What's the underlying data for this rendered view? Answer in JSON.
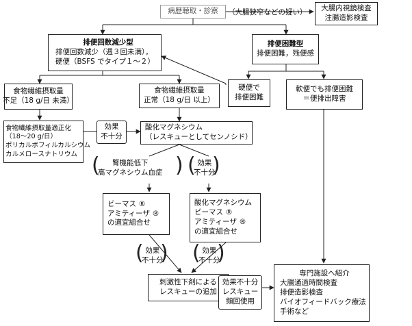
{
  "top": {
    "exam": "病歴聴取・診察",
    "suspicion": "（大腸狭窄などの疑い）",
    "tests": [
      "大腸内視鏡検査",
      "注腸造影検査"
    ]
  },
  "left_type": {
    "title": "排便回数減少型",
    "lines": [
      "排便回数減少（週３回未満），",
      "硬便（BSFS でタイプ１～２）"
    ]
  },
  "right_type": {
    "title": "排便困難型",
    "lines": [
      "排便困難，残便感"
    ]
  },
  "fiber_low": [
    "食物繊維摂取量",
    "不足（18 g/日 未満）"
  ],
  "fiber_normal": [
    "食物繊維摂取量",
    "正常（18 g/日 以上）"
  ],
  "hard_stool": [
    "硬便で",
    "排便困難"
  ],
  "soft_stool": [
    "軟便でも排便困難",
    "＝便排出障害"
  ],
  "fiber_opt": [
    "食物繊維摂取量適正化",
    "（18～20 g/日）",
    "ポリカルボフィルカルシウム",
    "カルメロースナトリウム"
  ],
  "effect_insufficient": [
    "効果",
    "不十分"
  ],
  "mgo": [
    "酸化マグネシウム",
    "（レスキューとしてセンノシド）"
  ],
  "renal": [
    "腎機能低下",
    "高マグネシウム血症"
  ],
  "combo_left": [
    "ビーマス ®",
    "アミティーザ ®",
    "の適宜組合せ"
  ],
  "combo_right": [
    "酸化マグネシウム",
    "ビーマス ®",
    "アミティーザ ®",
    "の適宜組合せ"
  ],
  "stimulant": [
    "刺激性下剤による",
    "レスキューの追加"
  ],
  "rescue_freq": [
    "効果不十分",
    "レスキュー",
    "頻回使用"
  ],
  "specialist": {
    "title": "専門施設へ紹介",
    "items": [
      "大腸通過時間検査",
      "排便造影検査",
      "バイオフィードバック療法",
      "手術など"
    ]
  }
}
